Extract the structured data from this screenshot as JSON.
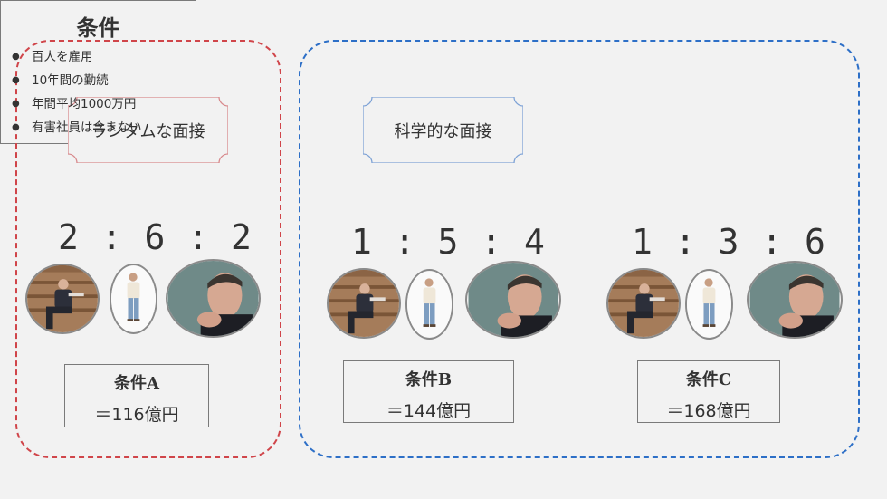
{
  "panels": {
    "random": {
      "heading": "ランダムな面接",
      "ratio": "2 : 6 : 2",
      "condition_title": "条件A",
      "condition_value": "＝116億円"
    },
    "scientific_b": {
      "heading": "科学的な面接",
      "ratio": "1 : 5 : 4",
      "condition_title": "条件B",
      "condition_value": "＝144億円"
    },
    "scientific_c": {
      "ratio": "1 : 3 : 6",
      "condition_title": "条件C",
      "condition_value": "＝168億円"
    }
  },
  "criteria": {
    "title": "条件",
    "items": [
      "百人を雇用",
      "10年間の勤続",
      "年間平均1000万円",
      "有害社員は含まない"
    ]
  },
  "colors": {
    "random_border": "#d0454a",
    "scientific_border": "#2d6fc7",
    "box_border": "#7a7a7a"
  }
}
